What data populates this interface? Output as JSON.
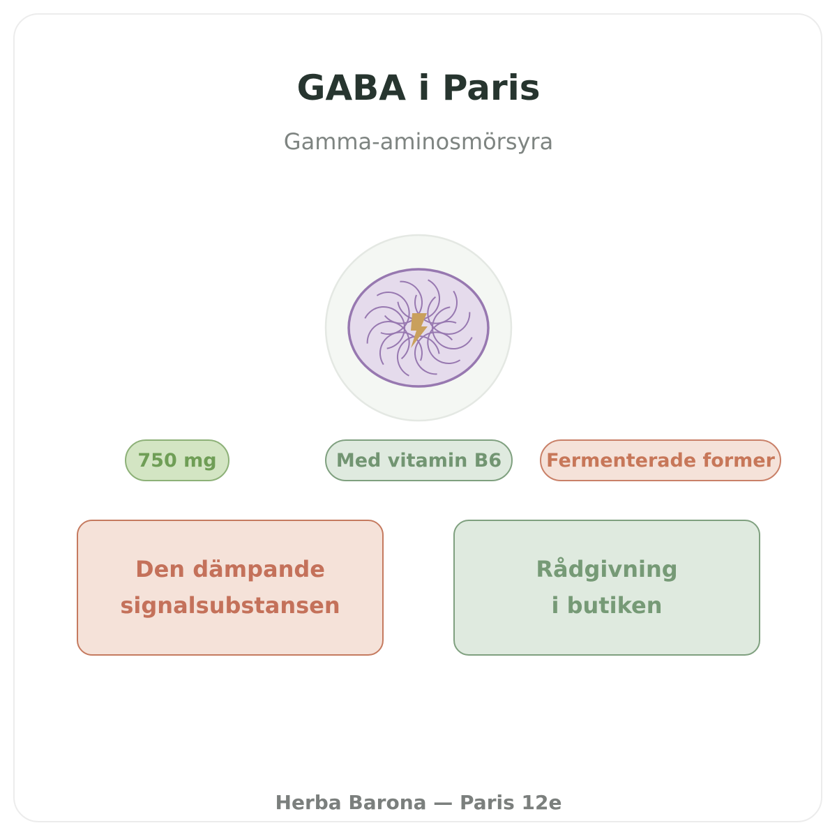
{
  "header": {
    "title": "GABA i Paris",
    "subtitle": "Gamma-aminosmörsyra"
  },
  "emblem": {
    "icon": "neuron-lightning-icon",
    "colors": {
      "outer": "#f4f7f3",
      "outer_border": "#e4e8e3",
      "inner": "#e5dbec",
      "inner_border": "#9778b0",
      "bolt": "#c9a05c"
    }
  },
  "badges": [
    {
      "label": "750 mg"
    },
    {
      "label": "Med vitamin B6"
    },
    {
      "label": "Fermenterade former"
    }
  ],
  "cards": [
    {
      "text": "Den dämpande\nsignalsubstansen"
    },
    {
      "text": "Rådgivning\ni butiken"
    }
  ],
  "footer": {
    "text": "Herba Barona — Paris 12e"
  }
}
